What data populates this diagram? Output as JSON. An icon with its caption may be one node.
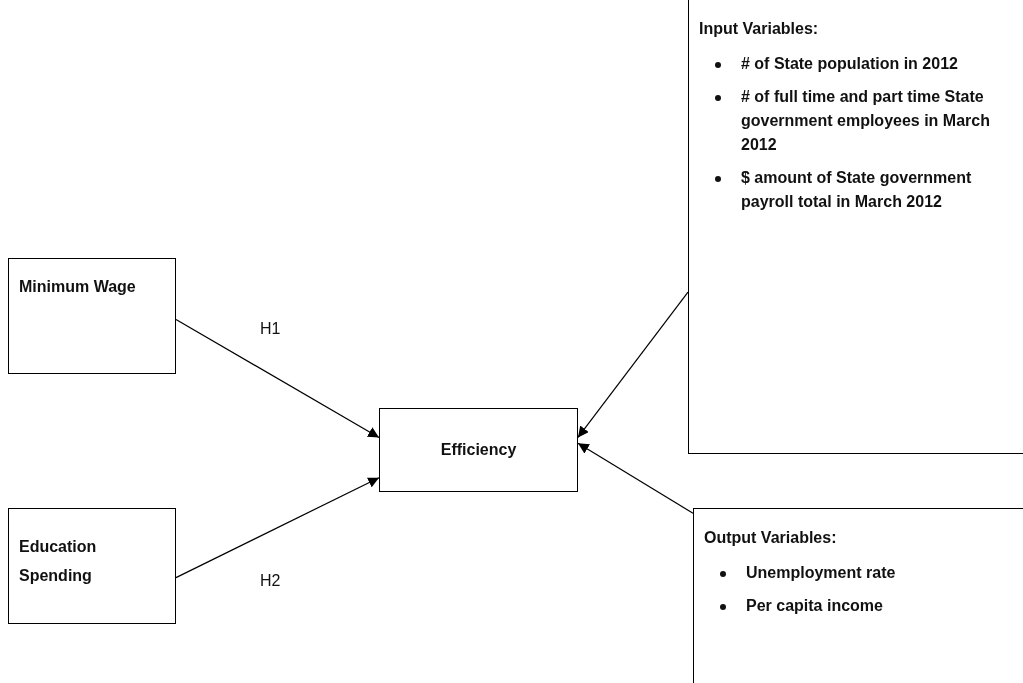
{
  "diagram": {
    "nodes": [
      {
        "text": [
          "Minimum Wage"
        ]
      },
      {
        "text": [
          "Education Spending"
        ]
      },
      {
        "text": [
          "Efficiency"
        ]
      },
      {
        "text": [
          "Input Variables:",
          "# of State population in 2012",
          "# of full time and part time State government employees in March 2012",
          "$ amount of State government payroll total in March 2012"
        ]
      },
      {
        "text": [
          "Output Variables:",
          "Unemployment rate",
          "Per capita income"
        ]
      }
    ],
    "edges": [
      {
        "from": 0,
        "to": 2,
        "arrow": "to",
        "label": "H1"
      },
      {
        "from": 1,
        "to": 2,
        "arrow": "to",
        "label": "H2"
      },
      {
        "from": 3,
        "to": 2,
        "arrow": "to"
      },
      {
        "from": 4,
        "to": 2,
        "arrow": "to"
      }
    ]
  }
}
